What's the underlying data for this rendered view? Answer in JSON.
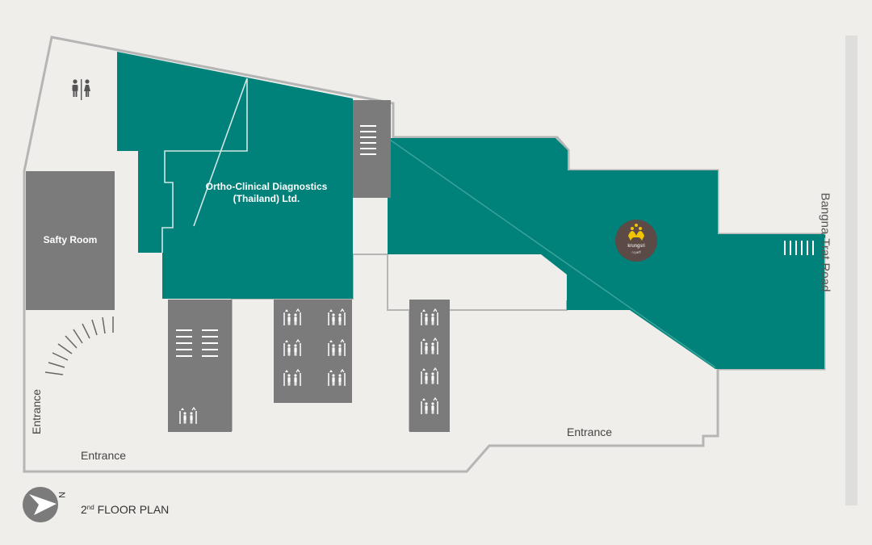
{
  "map": {
    "title": "2nd FLOOR PLAN",
    "title_number": "2",
    "title_suffix": "nd",
    "title_rest": " FLOOR PLAN",
    "road": "Bangna-Trat Road",
    "tenant": {
      "line1": "Ortho-Clinical Diagnostics",
      "line2": "(Thailand) Ltd."
    },
    "safety_room": "Safty Room",
    "entrances": [
      "Entrance",
      "Entrance",
      "Entrance"
    ],
    "bank_logo": {
      "name": "krungsri",
      "sub": "กรุงศรี"
    },
    "north_marker": "N",
    "colors": {
      "tenant_area": "#00827a",
      "service_core": "#7c7b7b",
      "background": "#efeeea",
      "outline": "#b5b5b5",
      "road": "#dededc"
    },
    "icons": [
      "restroom-icon",
      "stairs-icon",
      "elevator-icon",
      "escalator-icon",
      "compass-icon",
      "bank-logo-icon"
    ]
  }
}
